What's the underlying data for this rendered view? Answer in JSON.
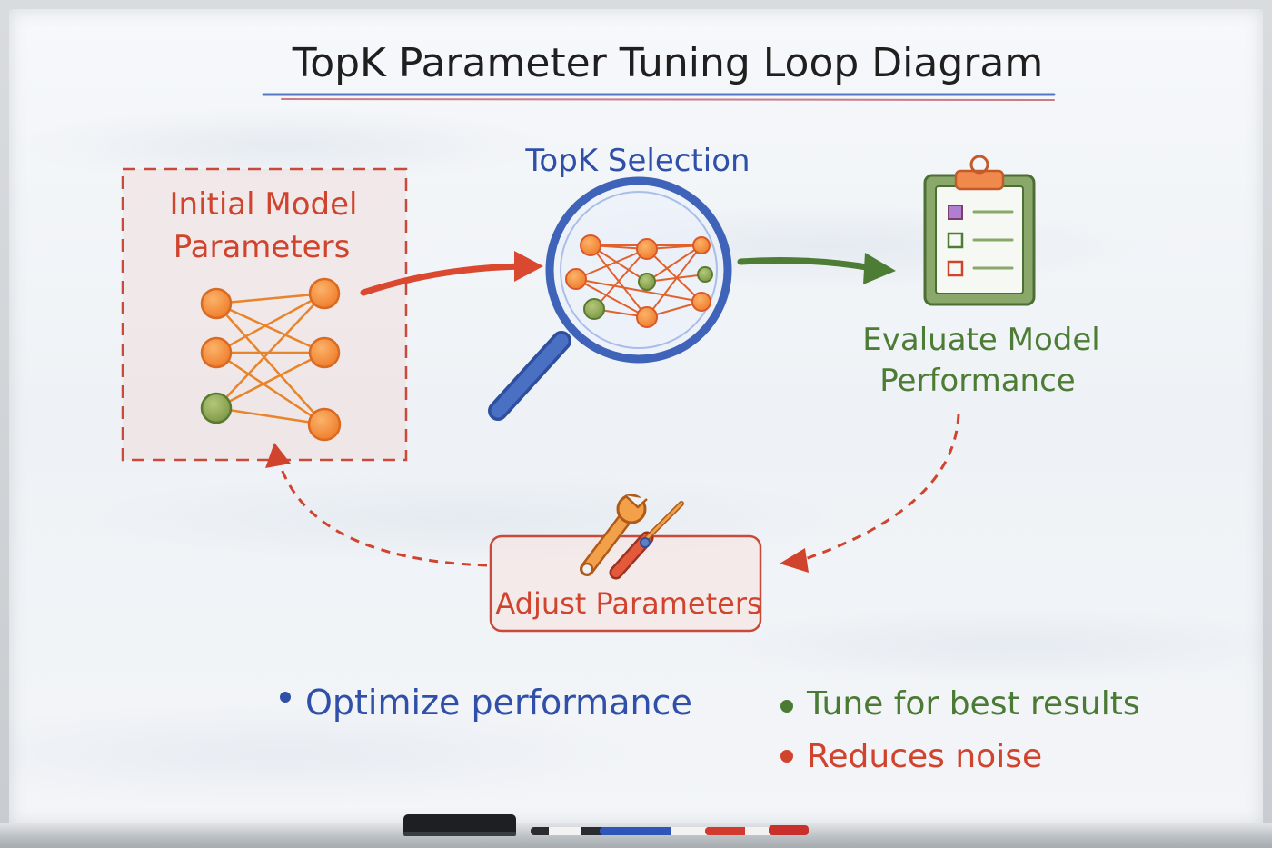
{
  "title": "TopK Parameter Tuning Loop Diagram",
  "nodes": {
    "initial": {
      "label_line1": "Initial Model",
      "label_line2": "Parameters"
    },
    "topk": {
      "label": "TopK Selection"
    },
    "evaluate": {
      "label_line1": "Evaluate Model",
      "label_line2": "Performance"
    },
    "adjust": {
      "label": "Adjust Parameters"
    }
  },
  "notes": [
    {
      "text": "Optimize performance",
      "color": "#2f4fa8"
    },
    {
      "text": "Tune for best results",
      "color": "#4b7a34"
    },
    {
      "text": "Reduces noise",
      "color": "#d0442e"
    }
  ],
  "colors": {
    "red": "#d0442e",
    "orange": "#f08a3c",
    "blue": "#3f63b8",
    "green": "#4d7d35",
    "title": "#1f1f1f"
  },
  "icons": [
    "neural-network-icon",
    "magnifying-glass-icon",
    "clipboard-checklist-icon",
    "wrench-screwdriver-icon"
  ]
}
